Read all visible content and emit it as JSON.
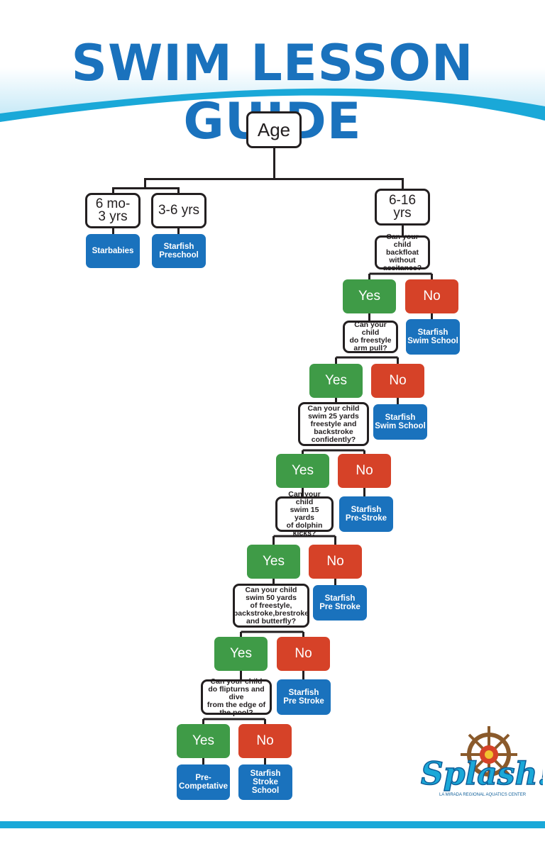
{
  "title": "SWIM LESSON GUIDE",
  "colors": {
    "title": "#1a72bd",
    "yes": "#3f9b47",
    "no": "#d64228",
    "program": "#1a72bd",
    "wave": "#1aa8d8"
  },
  "root": {
    "label": "Age"
  },
  "groups": [
    {
      "label": "6 mo-\n3 yrs",
      "program": "Starbabies"
    },
    {
      "label": "3-6 yrs",
      "program": "Starfish\nPreschool"
    },
    {
      "label": "6-16\nyrs"
    }
  ],
  "yes_label": "Yes",
  "no_label": "No",
  "steps": [
    {
      "question": "Can your child\nbackfloat\nwithout\nassitance?",
      "no_program": "Starfish\nSwim School"
    },
    {
      "question": "Can your child\ndo freestyle\narm pull?",
      "no_program": "Starfish\nSwim School"
    },
    {
      "question": "Can your child\nswim 25 yards\nfreestyle and\nbackstroke\nconfidently?",
      "no_program": "Starfish\nPre-Stroke"
    },
    {
      "question": "Can your child\nswim 15 yards\nof dolphin\nkicks?",
      "no_program": "Starfish\nPre Stroke"
    },
    {
      "question": "Can your child\nswim 50 yards\nof freestyle,\nbackstroke,brestroke\nand butterfly?",
      "no_program": "Starfish\nPre Stroke"
    },
    {
      "question": "Can your child\ndo flipturns and dive\nfrom the edge of\nthe pool?",
      "no_program": "Starfish\nStroke\nSchool"
    }
  ],
  "final_yes_program": "Pre-\nCompetative",
  "logo": {
    "text": "Splash!",
    "subtitle": "LA MIRADA REGIONAL AQUATICS CENTER",
    "icon": "ship-wheel-icon"
  }
}
